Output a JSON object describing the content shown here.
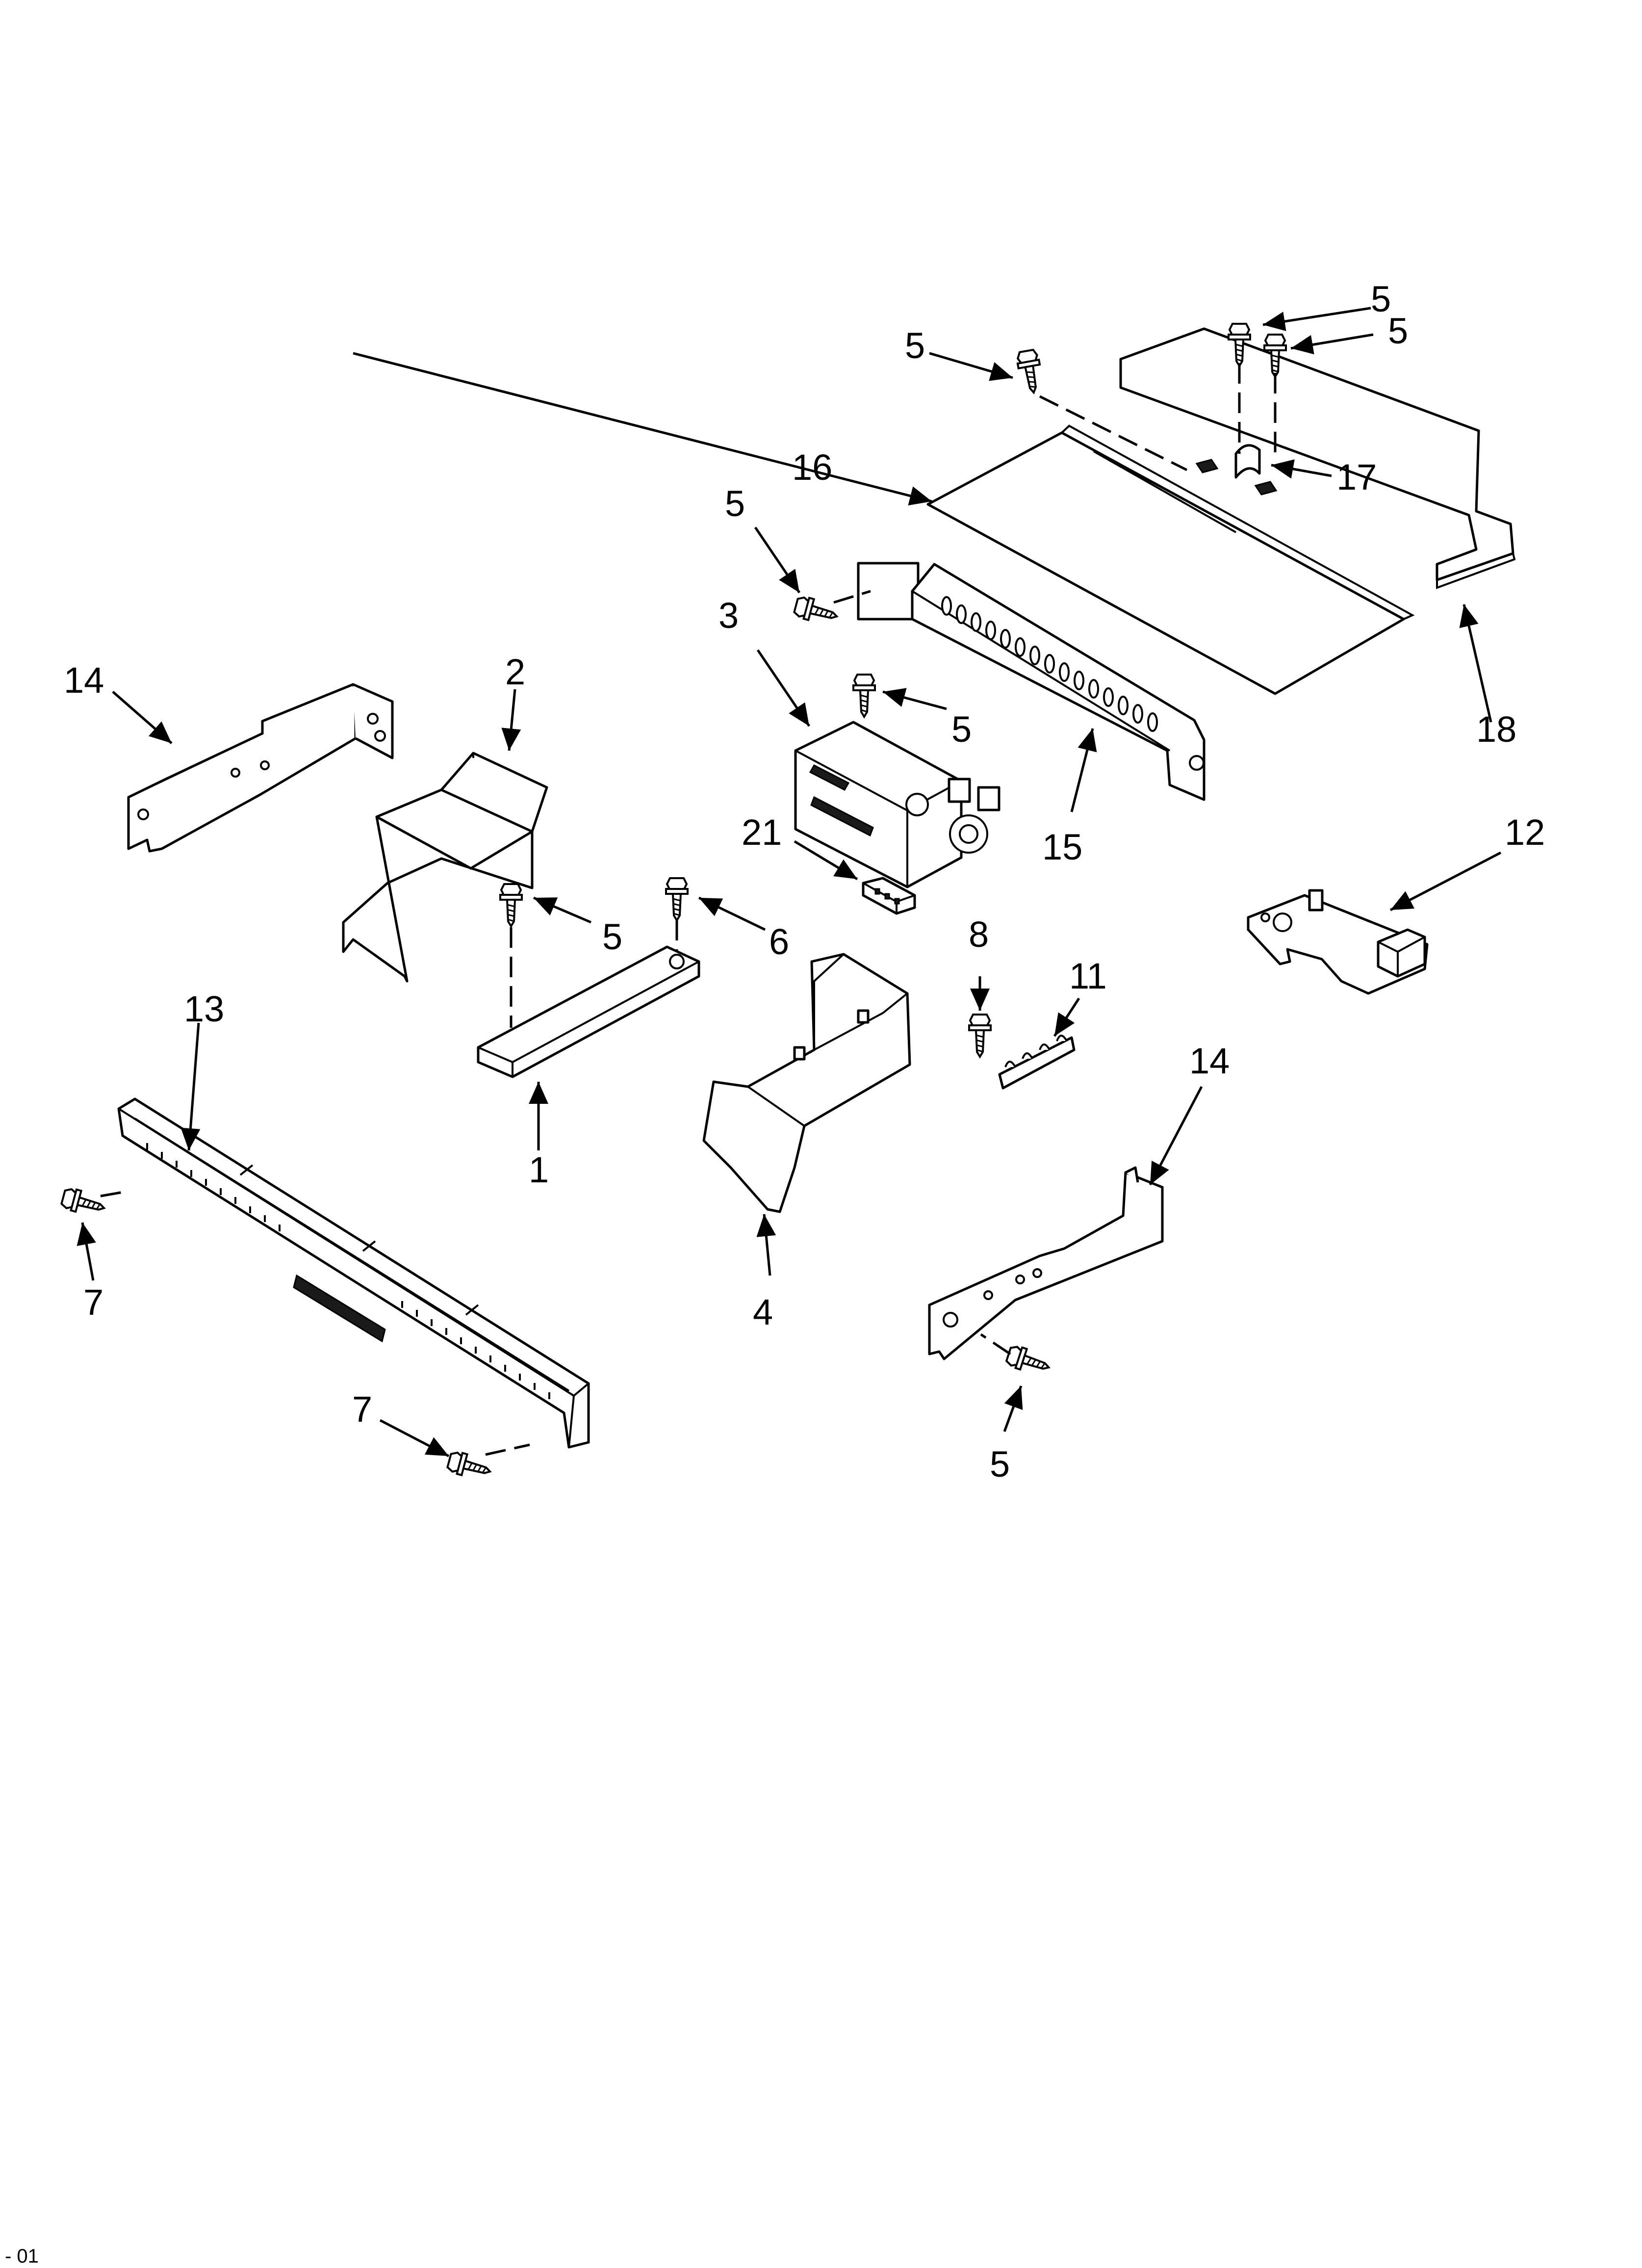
{
  "diagram": {
    "type": "exploded-parts-diagram",
    "callouts": {
      "c1": "1",
      "c2": "2",
      "c3": "3",
      "c4": "4",
      "c5a": "5",
      "c5b": "5",
      "c5c": "5",
      "c5d": "5",
      "c5e": "5",
      "c5f": "5",
      "c5g": "5",
      "c6": "6",
      "c7a": "7",
      "c7b": "7",
      "c8": "8",
      "c11": "11",
      "c12": "12",
      "c13": "13",
      "c14a": "14",
      "c14b": "14",
      "c15": "15",
      "c16": "16",
      "c17": "17",
      "c18": "18",
      "c21": "21"
    },
    "page_reference": "- 01"
  }
}
